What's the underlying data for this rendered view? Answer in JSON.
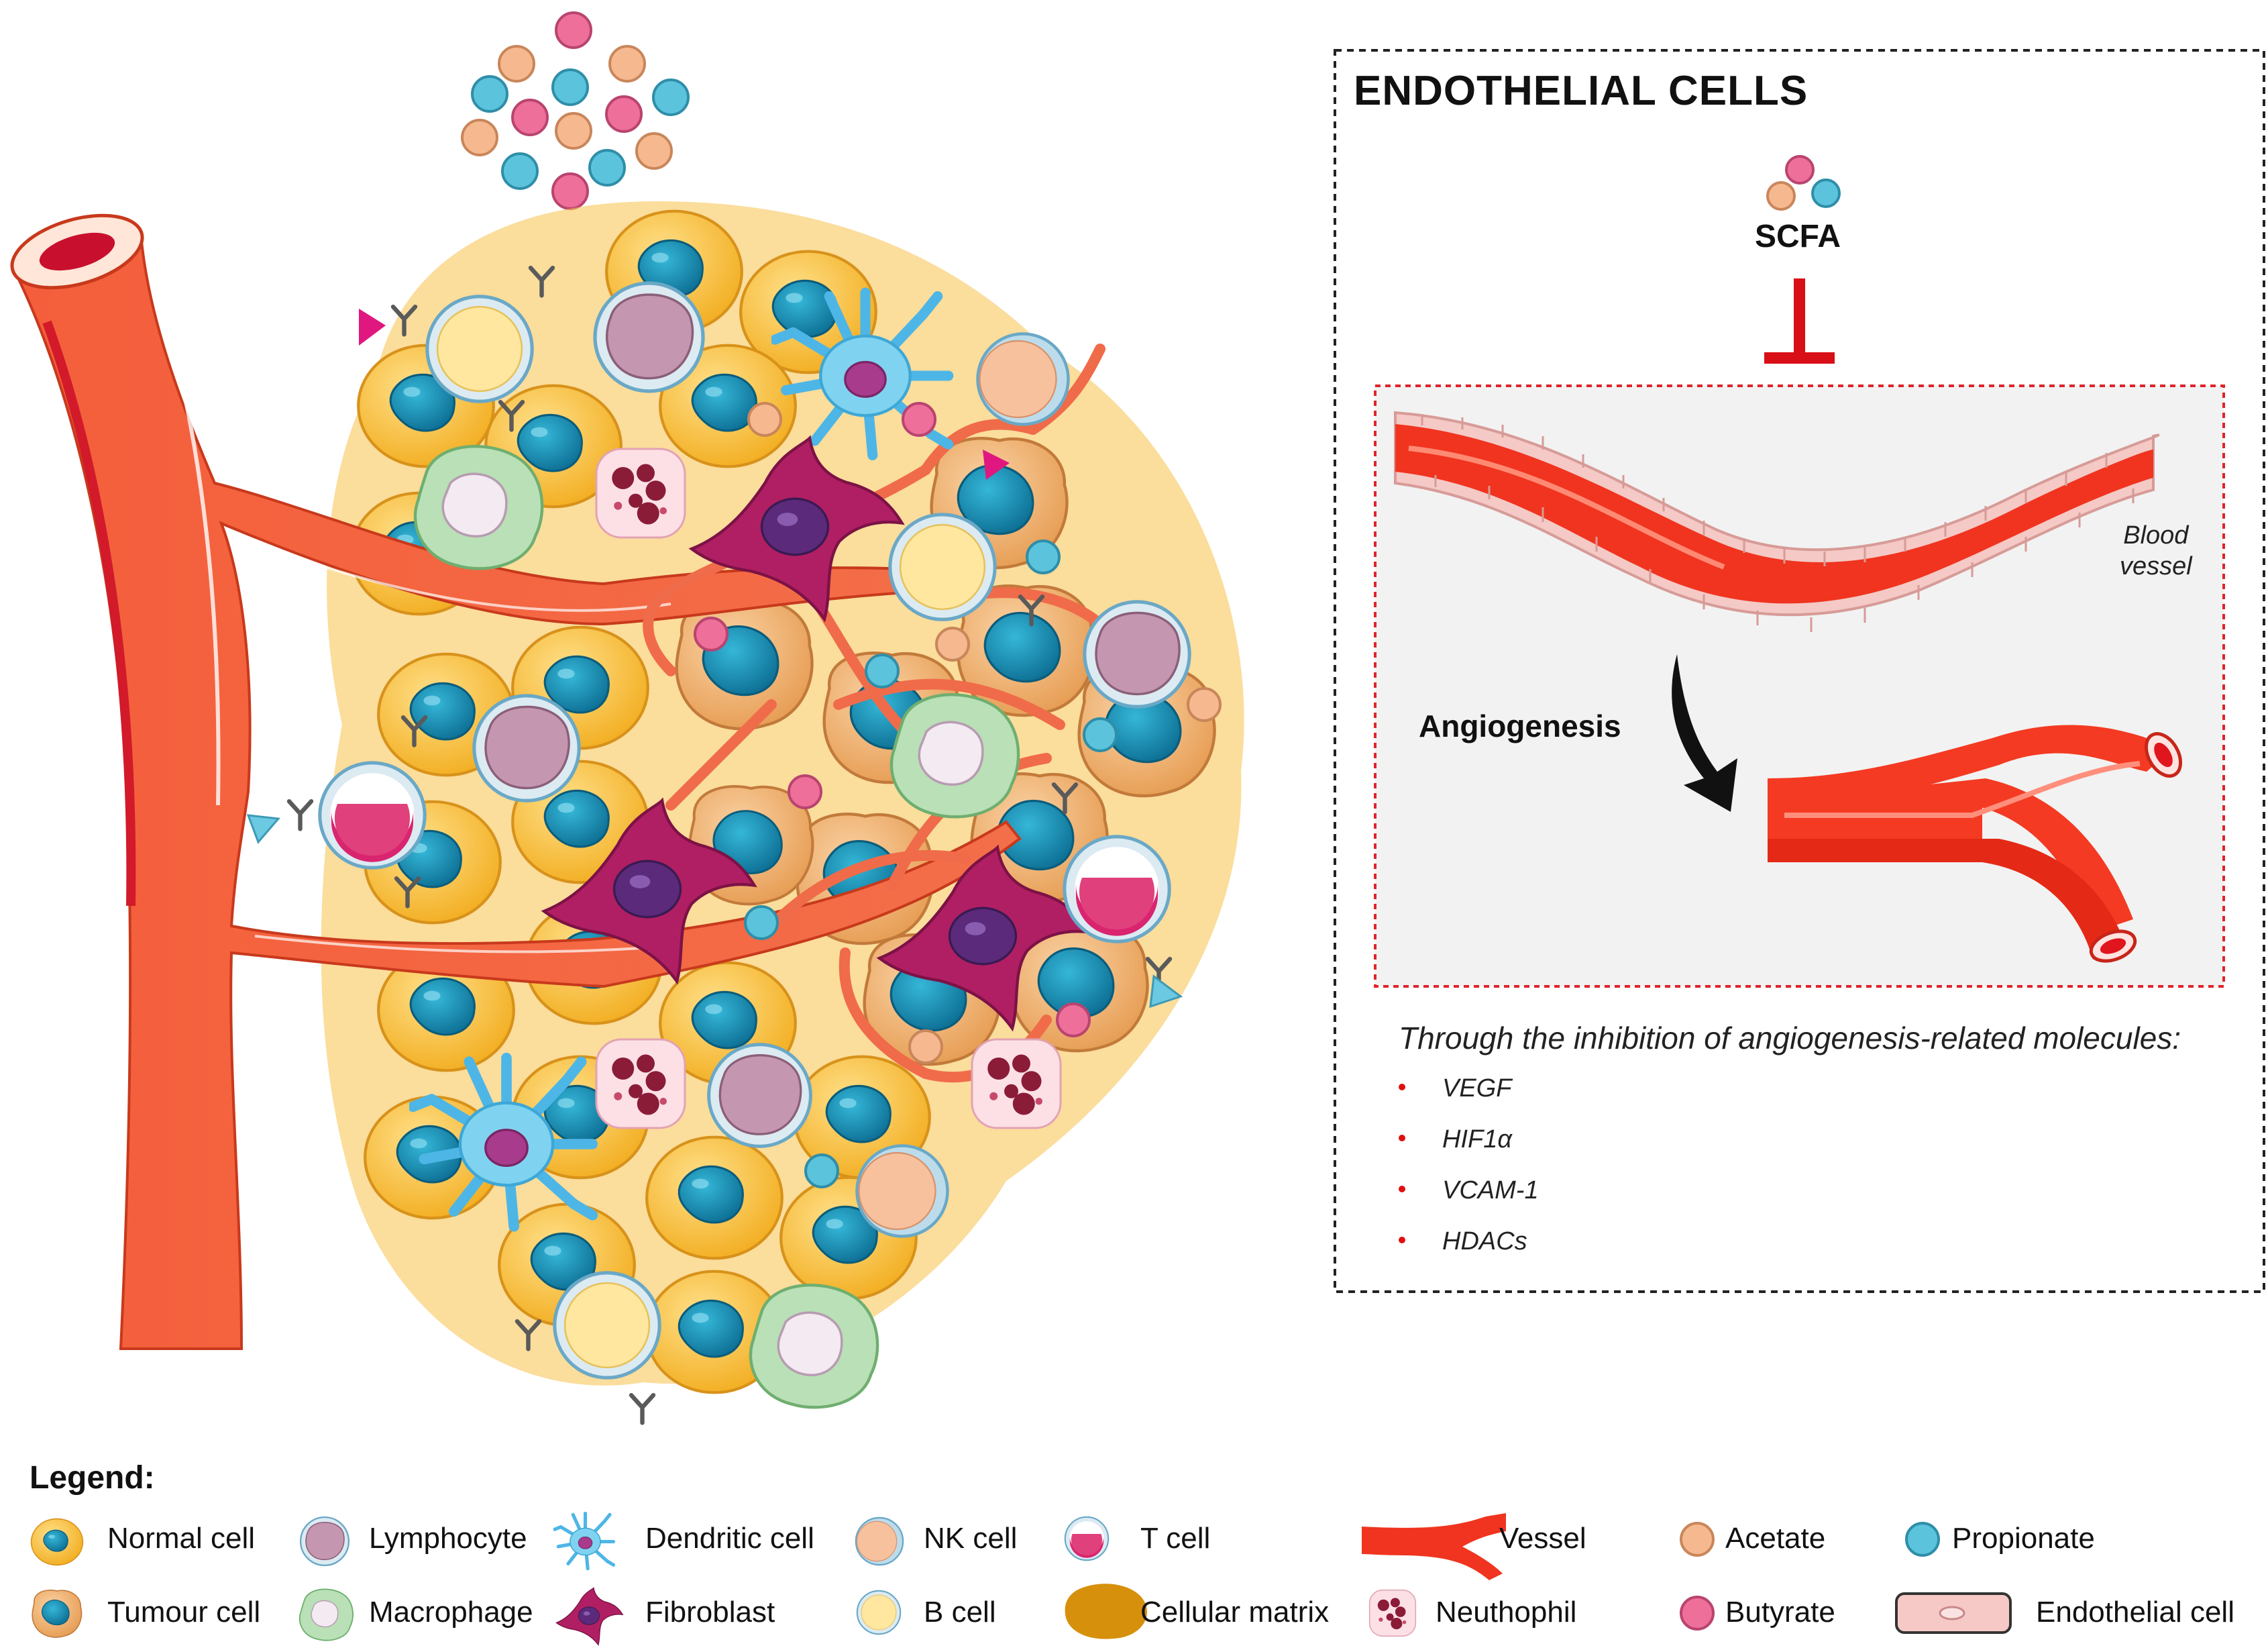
{
  "panel": {
    "title": "ENDOTHELIAL CELLS",
    "scfa_label": "SCFA",
    "blood_vessel_label_line1": "Blood",
    "blood_vessel_label_line2": "vessel",
    "angiogenesis_label": "Angiogenesis",
    "inhibition_text": "Through the inhibition of angiogenesis-related molecules:",
    "molecules": [
      "VEGF",
      "HIF1α",
      "VCAM-1",
      "HDACs"
    ]
  },
  "legend": {
    "title": "Legend:",
    "items": [
      {
        "label": "Normal cell",
        "icon": "normal-cell-icon"
      },
      {
        "label": "Lymphocyte",
        "icon": "lymphocyte-icon"
      },
      {
        "label": "Dendritic cell",
        "icon": "dendritic-cell-icon"
      },
      {
        "label": "NK cell",
        "icon": "nk-cell-icon"
      },
      {
        "label": "T cell",
        "icon": "t-cell-icon"
      },
      {
        "label": "Vessel",
        "icon": "vessel-icon"
      },
      {
        "label": "Acetate",
        "icon": "acetate-icon"
      },
      {
        "label": "Propionate",
        "icon": "propionate-icon"
      },
      {
        "label": "Tumour cell",
        "icon": "tumour-cell-icon"
      },
      {
        "label": "Macrophage",
        "icon": "macrophage-icon"
      },
      {
        "label": "Fibroblast",
        "icon": "fibroblast-icon"
      },
      {
        "label": "B cell",
        "icon": "b-cell-icon"
      },
      {
        "label": "Cellular matrix",
        "icon": "cellular-matrix-icon"
      },
      {
        "label": "Neuthophil",
        "icon": "neutrophil-icon"
      },
      {
        "label": "Butyrate",
        "icon": "butyrate-icon"
      },
      {
        "label": "Endothelial cell",
        "icon": "endothelial-cell-icon"
      }
    ]
  },
  "colors": {
    "vessel": "#f0502e",
    "normal_cell": "#f5b82e",
    "tumour_cell": "#efb27a",
    "nucleus": "#1e94b8",
    "acetate": "#f6b98f",
    "propionate": "#5cc3dc",
    "butyrate": "#ee6f9a",
    "inhibit_red": "#d80f16",
    "fibroblast": "#a61c5e",
    "dendritic": "#57bfe8",
    "macrophage": "#a9d8a8"
  }
}
